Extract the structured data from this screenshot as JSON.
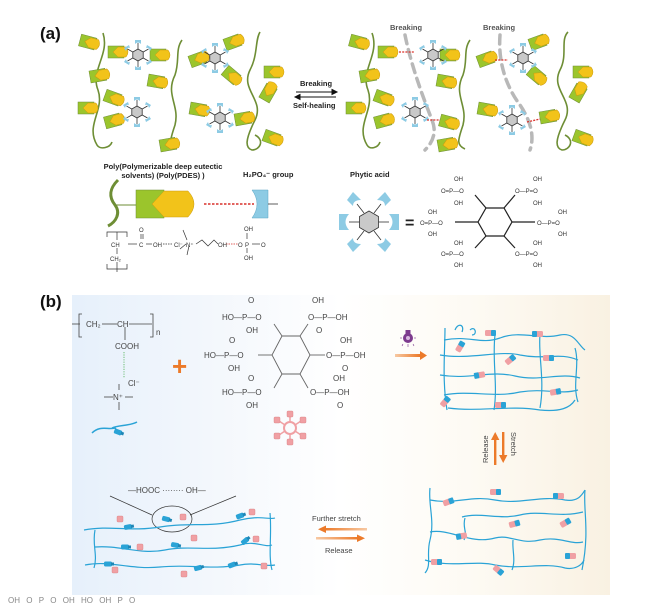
{
  "figure": {
    "panel_a": {
      "label": "(a)",
      "arrow_forward_label": "Breaking",
      "arrow_backward_label": "Self-healing",
      "breaking_labels": [
        "Breaking",
        "Breaking"
      ],
      "legend": {
        "pdes_title_line1": "Poly(Polymerizable deep eutectic",
        "pdes_title_line2": "solvents) (Poly(PDES) )",
        "h2po4_label": "H₂PO₄⁻ group",
        "phytic_label": "Phytic acid",
        "equals_symbol": "="
      },
      "pdes_structure": {
        "backbone": "CH",
        "sidechain": "CH₂",
        "carbonyl_o": "O",
        "carboxyl": "C",
        "hydroxyl": "OH",
        "chloride": "Cl⁻",
        "ammonium": "N⁺",
        "choline_oh": "OH",
        "phosphate_o": "O",
        "phosphorus": "P",
        "phosphate_oh_top": "OH",
        "phosphate_oh_bottom": "OH",
        "phosphate_ester_o": "O"
      },
      "phytic_structure": {
        "groups": [
          "OH",
          "O",
          "P",
          "O",
          "OH"
        ]
      }
    },
    "panel_b": {
      "label": "(b)",
      "monomer": {
        "ch2": "CH₂",
        "ch": "CH",
        "subscript_n": "n",
        "cooh": "COOH",
        "chloride": "Cl⁻",
        "ammonium": "N⁺"
      },
      "plus_symbol": "+",
      "phytic": {
        "ho": "HO",
        "oh": "OH",
        "p": "P",
        "o": "O"
      },
      "hbond_inset": "—HOOC ········ OH—",
      "further_stretch_label": "Further stretch",
      "release_label_h": "Release",
      "stretch_label_v": "Stretch",
      "release_label_v": "Release",
      "uv_icon": "uv-lamp-icon"
    },
    "colors": {
      "chain_green": "#6e8e35",
      "pdes_green": "#9bc52c",
      "pdes_yellow": "#f2c31a",
      "phosphate_blue": "#8dcbe4",
      "core_gray": "#c9c9c9",
      "hbond_red": "#d9312b",
      "network_blue": "#2aa3d6",
      "phytic_pink": "#f0a0a4",
      "arrow_orange": "#ec7a2a",
      "uv_purple": "#7d3b8e"
    }
  }
}
